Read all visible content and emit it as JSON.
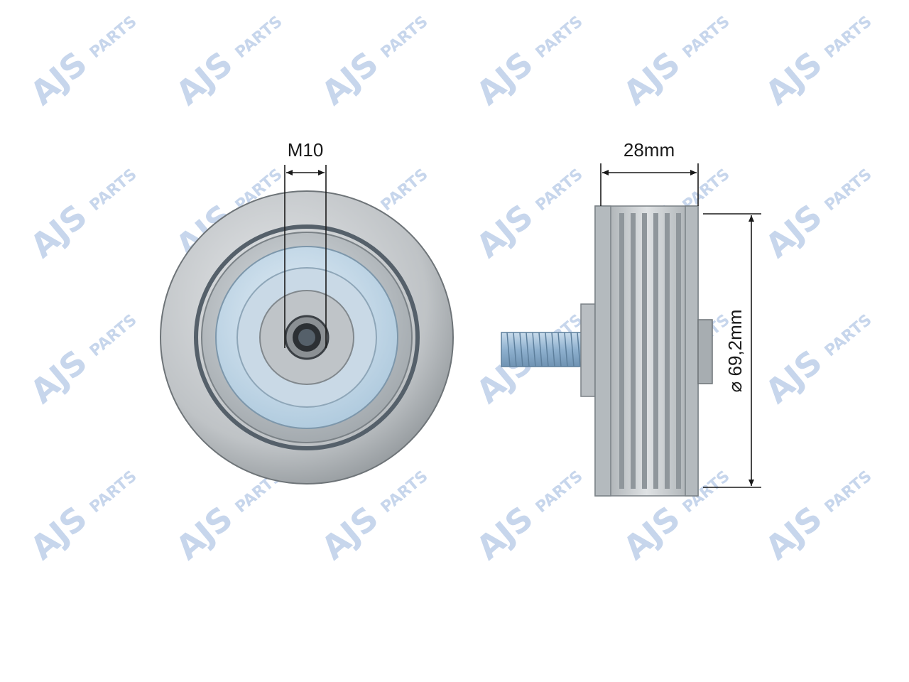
{
  "watermark": {
    "brand": "AJS",
    "suffix": "PARTS",
    "color": "#c7d6ec"
  },
  "front_view": {
    "thread_label": "M10"
  },
  "side_view": {
    "width_label": "28mm",
    "diameter_label": "⌀ 69,2mm"
  },
  "colors": {
    "metal_light": "#d4d7d9",
    "metal_mid": "#a9aeb2",
    "metal_dark": "#6f757a",
    "bearing_blue": "#b9d4e6",
    "bolt_blue": "#9fc0dc",
    "dimension_line": "#1a1a1a"
  }
}
